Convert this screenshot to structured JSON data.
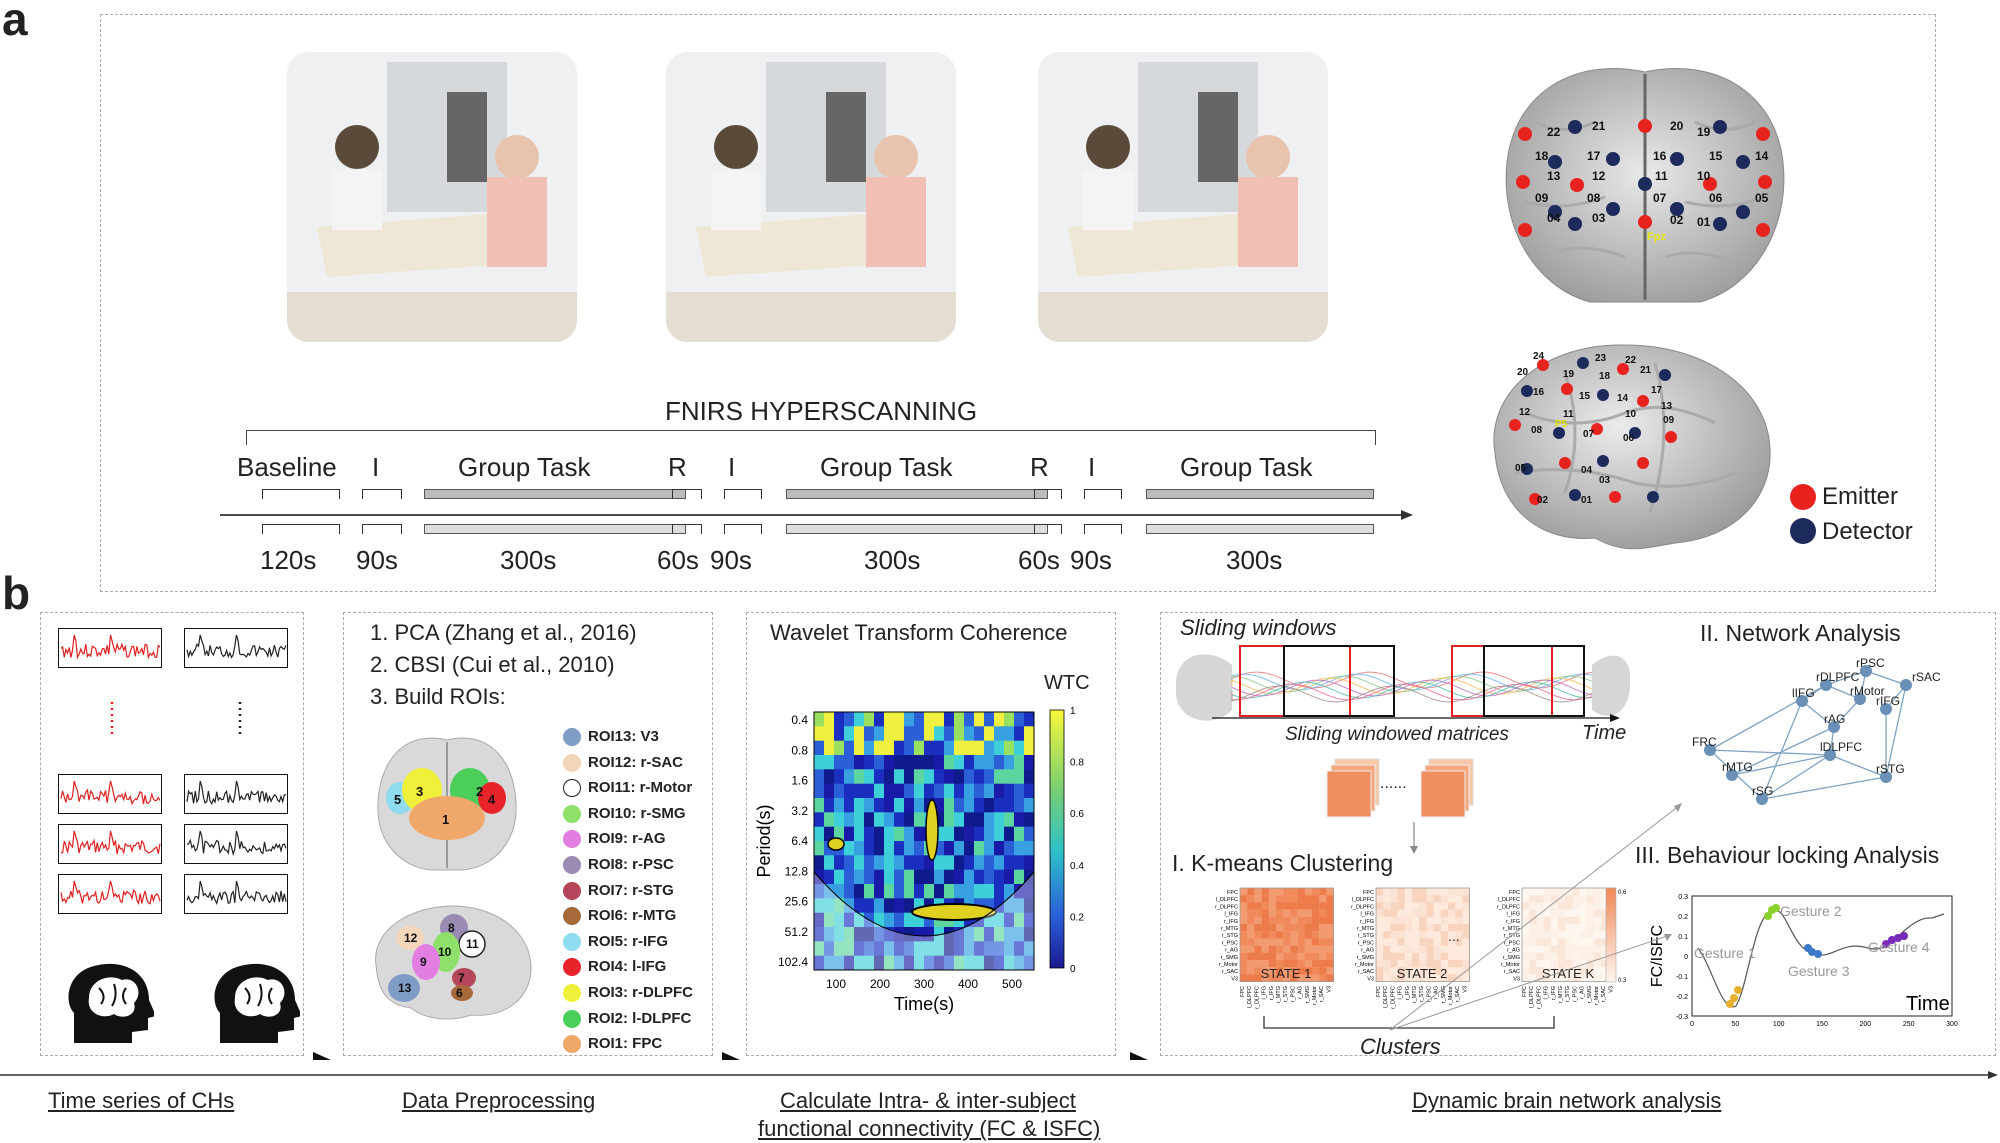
{
  "panel_a": {
    "letter": "a",
    "title": "FNIRS HYPERSCANNING",
    "timeline": {
      "labels": [
        "Baseline",
        "I",
        "Group Task",
        "R",
        "I",
        "Group Task",
        "R",
        "I",
        "Group Task"
      ],
      "durations": [
        "120s",
        "90s",
        "300s",
        "60s",
        "90s",
        "300s",
        "60s",
        "90s",
        "300s"
      ]
    },
    "front_channels": [
      "22",
      "21",
      "20",
      "19",
      "18",
      "17",
      "16",
      "15",
      "14",
      "13",
      "12",
      "11",
      "10",
      "09",
      "08",
      "07",
      "06",
      "05",
      "04",
      "03",
      "02",
      "01"
    ],
    "fpz_label": "Fpz",
    "side_channels": [
      "24",
      "23",
      "22",
      "21",
      "20",
      "19",
      "18",
      "17",
      "16",
      "15",
      "14",
      "13",
      "12",
      "11",
      "10",
      "09",
      "08",
      "07",
      "06",
      "05",
      "04",
      "03",
      "02",
      "01"
    ],
    "p5_label": "P5",
    "legend": {
      "emitter": "Emitter",
      "detector": "Detector"
    },
    "colors": {
      "emitter": "#e8231f",
      "detector": "#1d2a5c"
    }
  },
  "panel_b": {
    "letter": "b",
    "time_series": {
      "colors": {
        "left": "#e02020",
        "right": "#222222"
      }
    },
    "preprocessing": {
      "steps": [
        "1. PCA (Zhang et al., 2016)",
        "2. CBSI (Cui et al., 2010)",
        "3. Build ROIs:"
      ],
      "rois": [
        {
          "label": "ROI13: V3",
          "color": "#7f9cc7"
        },
        {
          "label": "ROI12: r-SAC",
          "color": "#f3d5b9"
        },
        {
          "label": "ROI11: r-Motor",
          "color": "#ffffff"
        },
        {
          "label": "ROI10: r-SMG",
          "color": "#8ee06b"
        },
        {
          "label": "ROI9: r-AG",
          "color": "#e27ee2"
        },
        {
          "label": "ROI8: r-PSC",
          "color": "#9a8bb3"
        },
        {
          "label": "ROI7: r-STG",
          "color": "#b5455a"
        },
        {
          "label": "ROI6: r-MTG",
          "color": "#a8693a"
        },
        {
          "label": "ROI5: r-IFG",
          "color": "#8fdcf0"
        },
        {
          "label": "ROI4: l-IFG",
          "color": "#e8232a"
        },
        {
          "label": "ROI3: r-DLPFC",
          "color": "#f0f03a"
        },
        {
          "label": "ROI2: l-DLPFC",
          "color": "#4ccf5a"
        },
        {
          "label": "ROI1: FPC",
          "color": "#f0a86a"
        }
      ],
      "front_roi_numbers": [
        "5",
        "3",
        "2",
        "4",
        "1"
      ],
      "side_roi_numbers": [
        "12",
        "8",
        "11",
        "10",
        "9",
        "13",
        "7",
        "6"
      ]
    },
    "wtc": {
      "title": "Wavelet Transform Coherence",
      "colorbar_title": "WTC",
      "colorbar_ticks": [
        "1",
        "0.8",
        "0.6",
        "0.4",
        "0.2",
        "0"
      ],
      "y_ticks": [
        "0.4",
        "0.8",
        "1.6",
        "3.2",
        "6.4",
        "12.8",
        "25.6",
        "51.2",
        "102.4"
      ],
      "x_ticks": [
        "100",
        "200",
        "300",
        "400",
        "500"
      ],
      "ylabel": "Period(s)",
      "xlabel": "Time(s)"
    },
    "dynamic": {
      "sliding_title": "Sliding windows",
      "sliding_matrices": "Sliding windowed matrices",
      "time_label": "Time",
      "dots": "......",
      "kmeans_title": "I. K-means Clustering",
      "states": [
        "STATE 1",
        "STATE 2",
        "STATE K"
      ],
      "ellipsis": "...",
      "matrix_rows": [
        "FPC",
        "l_DLPFC",
        "r_DLPFC",
        "l_IFG",
        "r_IFG",
        "r_MTG",
        "r_STG",
        "r_PSC",
        "r_AG",
        "r_SMG",
        "r_Motor",
        "r_SAC",
        "V3"
      ],
      "mini_colorbar": [
        "0.6",
        "0.3"
      ],
      "clusters_label": "Clusters",
      "network_title": "II. Network Analysis",
      "network_nodes": [
        "rPSC",
        "rSAC",
        "rDLPFC",
        "lIFG",
        "rMotor",
        "rIFG",
        "rAG",
        "FRC",
        "lDLPFC",
        "rMTG",
        "rSTG",
        "rSG"
      ],
      "behaviour_title": "III. Behaviour locking Analysis",
      "behaviour_ylabel": "FC/ISFC",
      "behaviour_time": "Time",
      "gestures": [
        "Gesture 1",
        "Gesture 2",
        "Gesture 3",
        "Gesture 4"
      ],
      "beh_y_ticks": [
        "0.3",
        "0.2",
        "0.1",
        "0",
        "-0.1",
        "-0.2",
        "-0.3"
      ],
      "beh_x_ticks": [
        "0",
        "50",
        "100",
        "150",
        "200",
        "250",
        "300"
      ]
    },
    "footers": [
      "Time series of CHs",
      "Data Preprocessing",
      "Calculate Intra- & inter-subject",
      "functional connectivity (FC & ISFC)",
      "Dynamic brain network analysis"
    ]
  }
}
